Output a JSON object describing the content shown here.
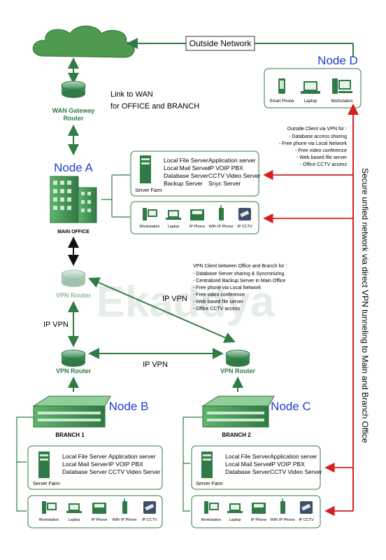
{
  "watermark": "Ekaddya",
  "outside_network": "Outside Network",
  "wan_link": [
    "Link to WAN",
    "for OFFICE and BRANCH"
  ],
  "nodes": {
    "a": {
      "name": "Node A",
      "label": "MAIN OFFICE"
    },
    "b": {
      "name": "Node B",
      "label": "BRANCH 1"
    },
    "c": {
      "name": "Node C",
      "label": "BRANCH 2"
    },
    "d": {
      "name": "Node D"
    }
  },
  "routers": {
    "wan": [
      "WAN Gateway",
      "Router"
    ],
    "vpn_main": "VPN Router",
    "vpn_left": "VPN Router",
    "vpn_right": "VPN Router"
  },
  "ip_vpn": "IP VPN",
  "server_farm": "Server Farm",
  "main_servers": [
    "Local File Server",
    "Local Mail Server",
    "Database Server",
    "Backup Server"
  ],
  "main_servers_right": [
    "Application server",
    "IP VOIP PBX",
    "CCTV Video Server",
    "Snyc Server"
  ],
  "branch_servers": [
    "Local File Server",
    "Local Mail Server",
    "Database Server"
  ],
  "branch_servers_right": [
    "Application server",
    "IP VOIP PBX",
    "CCTV Video Server"
  ],
  "devices": [
    "Workstation",
    "Laptop",
    "IP Phone",
    "WiFi IP Phone",
    "IP CCTV"
  ],
  "node_d_devices": [
    "Smart Phone",
    "Laptop",
    "Workstation"
  ],
  "outside_client": {
    "title": "Outside Client via VPN for :",
    "items": [
      "- Database access sharing",
      "- Free phone via Local Network",
      "- Free video conference",
      "- Web based file server",
      "- Office CCTV access"
    ]
  },
  "vpn_client": {
    "title": "VPN Client between Office and Branch for :",
    "items": [
      "- Database Server sharing & Syncronizing",
      "- Centralized Backup Server in Main Office",
      "- Free phone via Local Network",
      "- Free video conference",
      "- Web based file server",
      "- Office CCTV access"
    ]
  },
  "vertical_text": "Secure unfied network via  direct VPN tunneling to Main and Branch Office",
  "colors": {
    "node_title": "#1e3fd0",
    "green": "#2f7a45",
    "red_link": "#d42020",
    "cloud": "#4f9a4f"
  }
}
